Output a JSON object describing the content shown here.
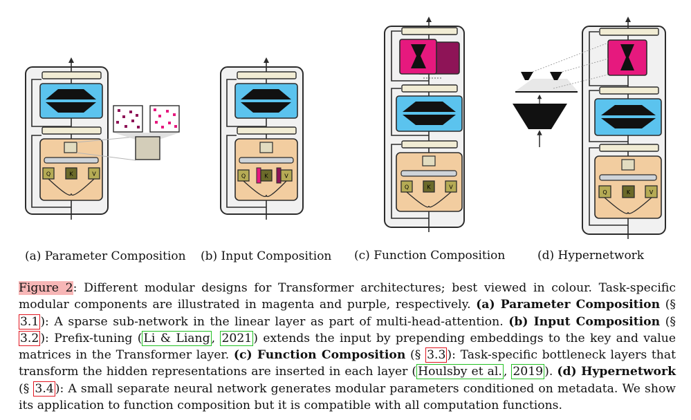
{
  "subfigures": [
    {
      "caption": "(a) Parameter Composition"
    },
    {
      "caption": "(b) Input Composition"
    },
    {
      "caption": "(c) Function Composition"
    },
    {
      "caption": "(d) Hypernetwork"
    }
  ],
  "qkv_labels": [
    "Q",
    "K",
    "V"
  ],
  "caption": {
    "fig_label": "Figure 2",
    "t1": ": Different modular designs for Transformer architectures; best viewed in colour. Task-specific modular components are illustrated in magenta and purple, respectively. ",
    "a_bold": "(a) Parameter Composition",
    "a_sec_pre": " (§ ",
    "a_ref": "3.1",
    "a_text": "): A sparse sub-network in the linear layer as part of multi-head-attention. ",
    "b_bold": "(b) Input Composition",
    "b_sec_pre": " (§ ",
    "b_ref": "3.2",
    "b_text": "): Prefix-tuning (",
    "b_cite_author": "Li & Liang",
    "b_cite_sep": ", ",
    "b_cite_year": "2021",
    "b_text2": ") extends the input by prepending embeddings to the key and value matrices in the Transformer layer. ",
    "c_bold": "(c) Function Composition",
    "c_sec_pre": " (§ ",
    "c_ref": "3.3",
    "c_text": "): Task-specific bottleneck layers that transform the hidden representations are inserted in each layer (",
    "c_cite_author": "Houlsby et al.",
    "c_cite_sep": ", ",
    "c_cite_year": "2019",
    "c_text2": "). ",
    "d_bold": "(d) Hypernetwork",
    "d_sec_pre": " (§ ",
    "d_ref": "3.4",
    "d_text": "): A small separate neural network generates modular parameters conditioned on metadata. We show its application to function composition but it is compatible with all computation functions."
  },
  "colors": {
    "panel_bg": "#f1f1f1",
    "border": "#2b2b2b",
    "layernorm": "#f1ecd4",
    "ffn": "#5bc3ee",
    "attention": "#f2cda0",
    "qkv": "#b5ab55",
    "k_dark": "#6b6a2a",
    "magenta": "#e6197e",
    "purple": "#8e1457",
    "grey_bar": "#cfd4d9",
    "small_box": "#e2dcc0",
    "mask_box": "#d3cdb9"
  }
}
